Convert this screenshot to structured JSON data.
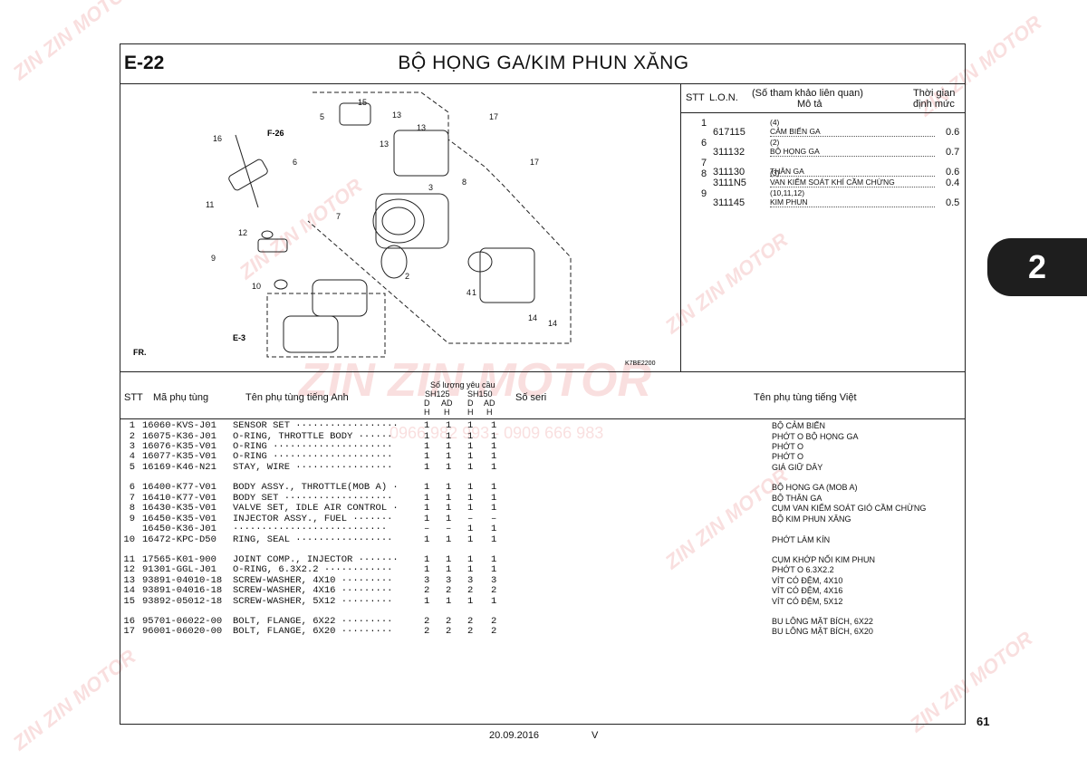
{
  "page": {
    "code": "E-22",
    "title": "BỘ HỌNG GA/KIM PHUN XĂNG",
    "section_tab": "2",
    "page_number": "61",
    "date": "20.09.2016",
    "version": "V",
    "watermark": "ZIN ZIN MOTOR",
    "watermark_phone": "0966 982 993 - 0909 666 983"
  },
  "diagram": {
    "ref_code": "K7BE2200",
    "callouts": [
      "1",
      "2",
      "3",
      "4",
      "5",
      "6",
      "7",
      "8",
      "9",
      "10",
      "11",
      "12",
      "13",
      "13",
      "13",
      "14",
      "14",
      "15",
      "16",
      "17",
      "17"
    ],
    "refs": {
      "f26": "F-26",
      "e3": "E-3",
      "fr": "FR."
    }
  },
  "labor": {
    "headers": {
      "stt": "STT",
      "lon": "L.O.N.",
      "ref": "(Số tham khảo liên quan)",
      "desc": "Mô tả",
      "time1": "Thời gian",
      "time2": "định mức"
    },
    "rows": [
      {
        "stt": "1",
        "ref": "(4)",
        "code": "617115",
        "desc": "CẢM BIẾN GA",
        "time": "0.6"
      },
      {
        "stt": "6",
        "ref": "(2)",
        "code": "311132",
        "desc": "BỘ HỌNG GA",
        "time": "0.7"
      },
      {
        "stt": "7",
        "ref": "",
        "code": "311130",
        "desc": "THÂN GA",
        "time": "0.6"
      },
      {
        "stt": "8",
        "ref": "(3)",
        "code": "3111N5",
        "desc": "VAN KIỂM SOÁT KHÍ CẦM CHỪNG",
        "time": "0.4"
      },
      {
        "stt": "9",
        "ref": "(10,11,12)",
        "code": "311145",
        "desc": "KIM PHUN",
        "time": "0.5"
      }
    ]
  },
  "parts": {
    "headers": {
      "stt": "STT",
      "part_no": "Mã phụ tùng",
      "name_en": "Tên phụ tùng tiếng Anh",
      "qty": "Số lượng yêu cầu",
      "sh125": "SH125",
      "sh150": "SH150",
      "d": "D",
      "ad": "AD",
      "h": "H",
      "serial": "Số seri",
      "name_vn": "Tên phụ tùng tiếng Việt"
    },
    "rows": [
      {
        "stt": "1",
        "no": "16060-KVS-J01",
        "en": "SENSOR SET ··················",
        "q": [
          "1",
          "1",
          "1",
          "1"
        ],
        "vn": "BỘ CẢM BIẾN"
      },
      {
        "stt": "2",
        "no": "16075-K36-J01",
        "en": "O-RING, THROTTLE BODY ······",
        "q": [
          "1",
          "1",
          "1",
          "1"
        ],
        "vn": "PHỚT O BỘ HỌNG GA"
      },
      {
        "stt": "3",
        "no": "16076-K35-V01",
        "en": "O-RING ·····················",
        "q": [
          "1",
          "1",
          "1",
          "1"
        ],
        "vn": "PHỚT O"
      },
      {
        "stt": "4",
        "no": "16077-K35-V01",
        "en": "O-RING ·····················",
        "q": [
          "1",
          "1",
          "1",
          "1"
        ],
        "vn": "PHỚT O"
      },
      {
        "stt": "5",
        "no": "16169-K46-N21",
        "en": "STAY, WIRE ·················",
        "q": [
          "1",
          "1",
          "1",
          "1"
        ],
        "vn": "GIÁ GIỮ DÂY"
      },
      {
        "stt": "6",
        "no": "16400-K77-V01",
        "en": "BODY ASSY., THROTTLE(MOB A) ·",
        "q": [
          "1",
          "1",
          "1",
          "1"
        ],
        "vn": "BỘ HỌNG GA (MOB A)"
      },
      {
        "stt": "7",
        "no": "16410-K77-V01",
        "en": "BODY SET ···················",
        "q": [
          "1",
          "1",
          "1",
          "1"
        ],
        "vn": "BỘ THÂN GA"
      },
      {
        "stt": "8",
        "no": "16430-K35-V01",
        "en": "VALVE SET, IDLE AIR CONTROL ·",
        "q": [
          "1",
          "1",
          "1",
          "1"
        ],
        "vn": "CỤM VAN KIỂM SOÁT GIÓ CẦM CHỪNG"
      },
      {
        "stt": "9",
        "no": "16450-K35-V01",
        "en": "INJECTOR ASSY., FUEL ·······",
        "q": [
          "1",
          "1",
          "–",
          "–"
        ],
        "vn": "BỘ KIM PHUN XĂNG"
      },
      {
        "stt": "",
        "no": "16450-K36-J01",
        "en": "···························",
        "q": [
          "–",
          "–",
          "1",
          "1"
        ],
        "vn": ""
      },
      {
        "stt": "10",
        "no": "16472-KPC-D50",
        "en": "RING, SEAL ·················",
        "q": [
          "1",
          "1",
          "1",
          "1"
        ],
        "vn": "PHỚT LÀM KÍN"
      },
      {
        "stt": "11",
        "no": "17565-K01-900",
        "en": "JOINT COMP., INJECTOR ·······",
        "q": [
          "1",
          "1",
          "1",
          "1"
        ],
        "vn": "CỤM KHỚP NỐI KIM PHUN"
      },
      {
        "stt": "12",
        "no": "91301-GGL-J01",
        "en": "O-RING, 6.3X2.2 ············",
        "q": [
          "1",
          "1",
          "1",
          "1"
        ],
        "vn": "PHỚT O 6.3X2.2"
      },
      {
        "stt": "13",
        "no": "93891-04010-18",
        "en": "SCREW-WASHER, 4X10 ·········",
        "q": [
          "3",
          "3",
          "3",
          "3"
        ],
        "vn": "VÍT CÓ ĐỆM, 4X10"
      },
      {
        "stt": "14",
        "no": "93891-04016-18",
        "en": "SCREW-WASHER, 4X16 ·········",
        "q": [
          "2",
          "2",
          "2",
          "2"
        ],
        "vn": "VÍT CÓ ĐỆM, 4X16"
      },
      {
        "stt": "15",
        "no": "93892-05012-18",
        "en": "SCREW-WASHER, 5X12 ·········",
        "q": [
          "1",
          "1",
          "1",
          "1"
        ],
        "vn": "VÍT CÓ ĐỆM, 5X12"
      },
      {
        "stt": "16",
        "no": "95701-06022-00",
        "en": "BOLT, FLANGE, 6X22 ·········",
        "q": [
          "2",
          "2",
          "2",
          "2"
        ],
        "vn": "BU LÔNG MẶT BÍCH, 6X22"
      },
      {
        "stt": "17",
        "no": "96001-06020-00",
        "en": "BOLT, FLANGE, 6X20 ·········",
        "q": [
          "2",
          "2",
          "2",
          "2"
        ],
        "vn": "BU LÔNG MẶT BÍCH, 6X20"
      }
    ]
  }
}
